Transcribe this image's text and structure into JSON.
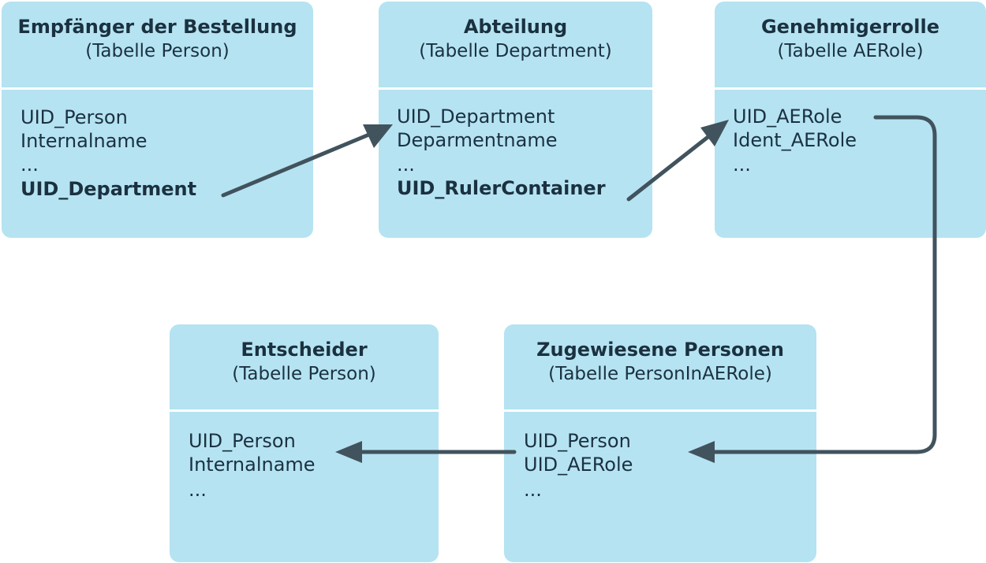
{
  "tables": [
    {
      "id": "empfaenger",
      "title": "Empfänger der Bestellung",
      "subtitle": "(Tabelle Person)",
      "fields": [
        "UID_Person",
        "Internalname",
        "...",
        "UID_Department"
      ],
      "key_field_index": 3
    },
    {
      "id": "abteilung",
      "title": "Abteilung",
      "subtitle": "(Tabelle Department)",
      "fields": [
        "UID_Department",
        "Deparmentname",
        "...",
        "UID_RulerContainer"
      ],
      "key_field_index": 3
    },
    {
      "id": "genehmigerrolle",
      "title": "Genehmigerrolle",
      "subtitle": "(Tabelle AERole)",
      "fields": [
        "UID_AERole",
        "Ident_AERole",
        "..."
      ],
      "key_field_index": -1
    },
    {
      "id": "entscheider",
      "title": "Entscheider",
      "subtitle": "(Tabelle Person)",
      "fields": [
        "UID_Person",
        "Internalname",
        "..."
      ],
      "key_field_index": -1
    },
    {
      "id": "zugewiesene",
      "title": "Zugewiesene Personen",
      "subtitle": "(Tabelle PersonInAERole)",
      "fields": [
        "UID_Person",
        "UID_AERole",
        "..."
      ],
      "key_field_index": -1
    }
  ],
  "colors": {
    "box_fill": "#b5e3f2",
    "divider": "#ffffff",
    "text": "#1b3140",
    "connector": "#41535d"
  }
}
